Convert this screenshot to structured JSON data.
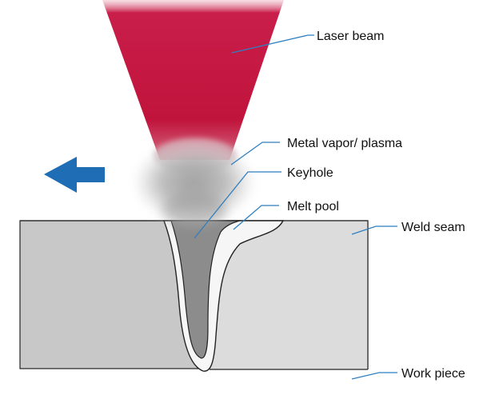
{
  "colors": {
    "laser": "#c0143c",
    "arrow": "#1f6db5",
    "leader": "#2f7fc0",
    "workpiece": "#c8c8c8",
    "weld_seam": "#dcdcdc",
    "melt_pool": "#f6f6f6",
    "keyhole": "#8c8c8c",
    "vapor": "#b8b8b8",
    "outline": "#222222"
  },
  "labels": {
    "laser_beam": "Laser beam",
    "metal_vapor": "Metal vapor/ plasma",
    "keyhole": "Keyhole",
    "melt_pool": "Melt pool",
    "weld_seam": "Weld seam",
    "work_piece": "Work piece"
  },
  "icons": {
    "direction_arrow": "arrow-left-icon"
  }
}
